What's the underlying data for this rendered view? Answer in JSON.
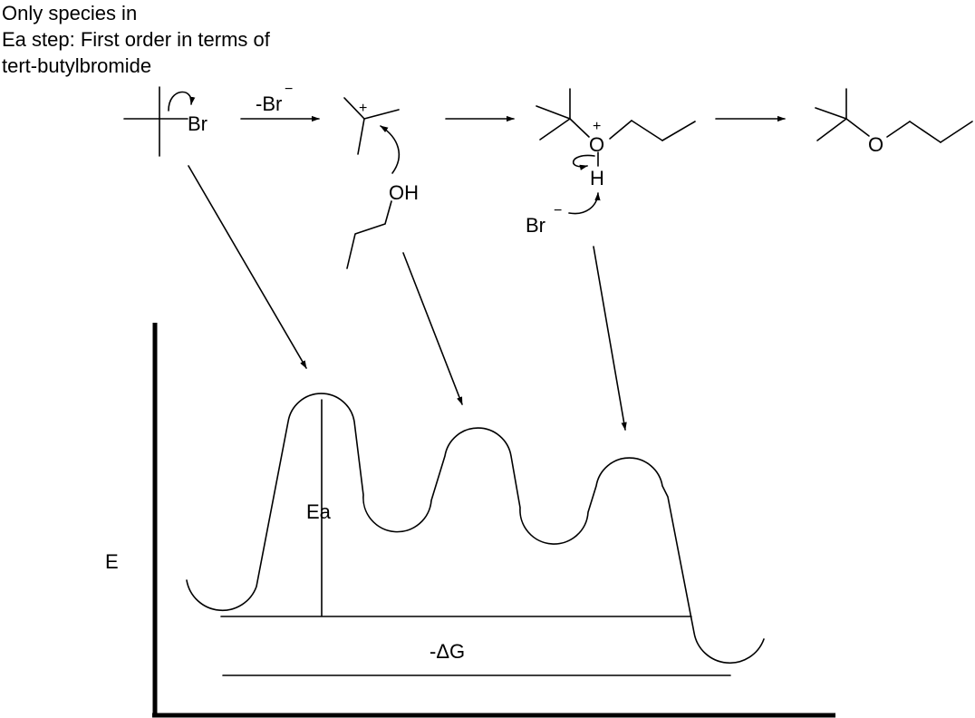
{
  "note": {
    "line1": "Only species in",
    "line2": "Ea step:  First order in terms of",
    "line3": "tert-butylbromide"
  },
  "labels": {
    "br": "Br",
    "minus_br": "-Br",
    "minus_sign": "−",
    "plus_sign": "+",
    "oh": "OH",
    "o": "O",
    "h": "H",
    "ea": "Ea",
    "e": "E",
    "delta_g": "-ΔG"
  }
}
